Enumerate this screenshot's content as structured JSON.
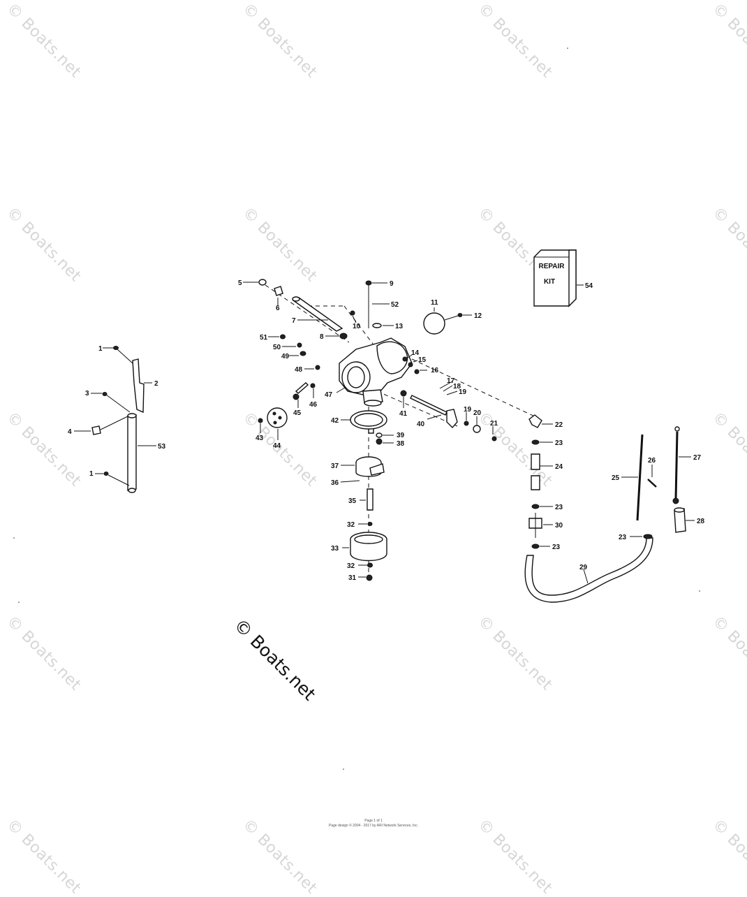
{
  "watermark": "© Boats.net",
  "stamp": "© Boats.net",
  "footer": {
    "page": "Page 1 of 1",
    "copyright": "Page design © 2004 - 2017 by ARI Network Services, Inc."
  },
  "kit_box": {
    "line1": "REPAIR",
    "line2": "KIT"
  },
  "callouts": [
    "1",
    "2",
    "3",
    "4",
    "1",
    "53",
    "5",
    "6",
    "7",
    "8",
    "9",
    "10",
    "51",
    "52",
    "50",
    "49",
    "48",
    "11",
    "12",
    "13",
    "14",
    "15",
    "16",
    "17",
    "18",
    "19",
    "19",
    "20",
    "21",
    "22",
    "23",
    "24",
    "23",
    "30",
    "23",
    "23",
    "25",
    "26",
    "27",
    "28",
    "29",
    "31",
    "32",
    "33",
    "32",
    "35",
    "36",
    "37",
    "38",
    "39",
    "40",
    "41",
    "42",
    "43",
    "44",
    "45",
    "46",
    "47",
    "54"
  ]
}
